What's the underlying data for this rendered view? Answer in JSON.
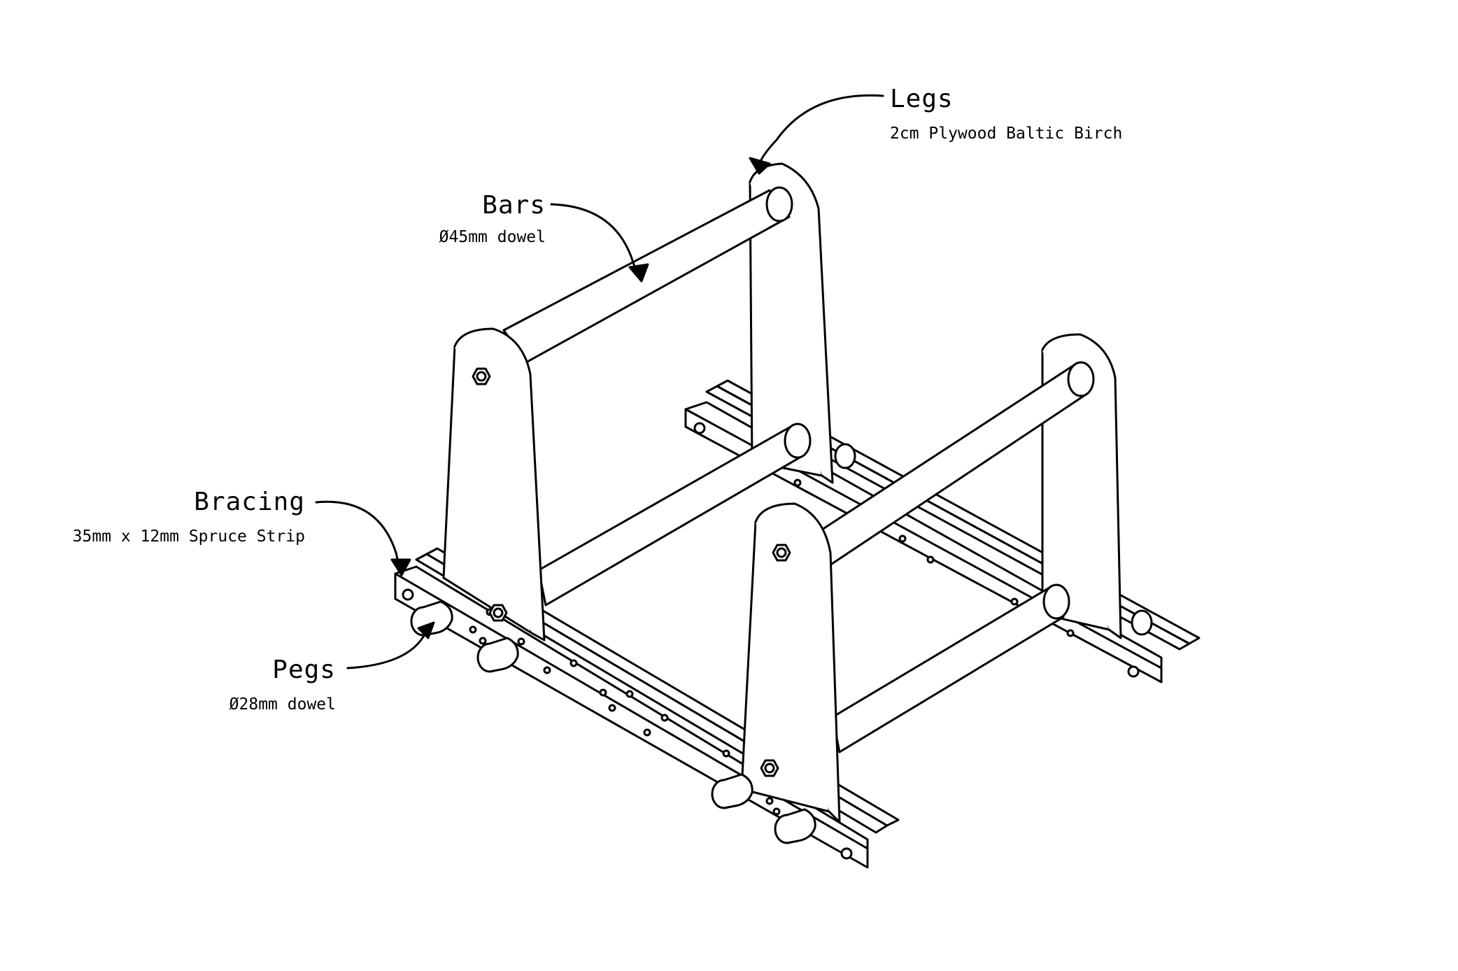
{
  "labels": {
    "legs": {
      "title": "Legs",
      "sub": "2cm Plywood Baltic Birch"
    },
    "bars": {
      "title": "Bars",
      "sub": "Ø45mm dowel"
    },
    "bracing": {
      "title": "Bracing",
      "sub": "35mm x 12mm Spruce Strip"
    },
    "pegs": {
      "title": "Pegs",
      "sub": "Ø28mm dowel"
    }
  },
  "colors": {
    "line": "#000000",
    "fill": "#ffffff"
  }
}
